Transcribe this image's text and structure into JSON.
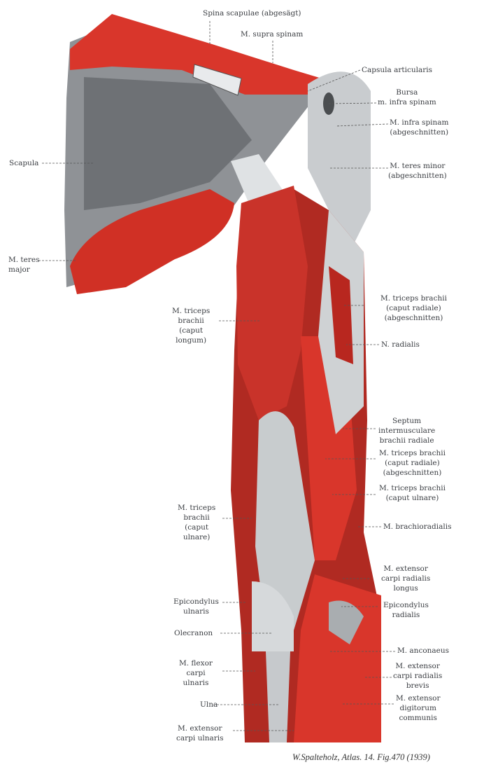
{
  "figure": {
    "labels": {
      "spina_scapulae": "Spina scapulae (abgesägt)",
      "supra_spinam": "M. supra spinam",
      "capsula": "Capsula articularis",
      "bursa": "Bursa\nm. infra spinam",
      "infra_spinam": "M. infra spinam\n(abgeschnitten)",
      "teres_minor": "M. teres minor\n(abgeschnitten)",
      "scapula": "Scapula",
      "teres_major": "M. teres\nmajor",
      "triceps_longum": "M. triceps\nbrachii\n(caput\nlongum)",
      "triceps_radiale_1": "M. triceps brachii\n(caput radiale)\n(abgeschnitten)",
      "n_radialis": "N. radialis",
      "septum": "Septum\nintermusculare\nbrachii radiale",
      "triceps_radiale_2": "M. triceps brachii\n(caput radiale)\n(abgeschnitten)",
      "triceps_ulnare_right": "M. triceps brachii\n(caput ulnare)",
      "triceps_ulnare_left": "M. triceps\nbrachii\n(caput\nulnare)",
      "brachioradialis": "M. brachioradialis",
      "ext_carpi_rad_longus": "M. extensor\ncarpi radialis\nlongus",
      "epicondylus_radialis": "Epicondylus\nradialis",
      "epicondylus_ulnaris": "Epicondylus\nulnaris",
      "olecranon": "Olecranon",
      "anconaeus": "M. anconaeus",
      "flexor_carpi_ulnaris": "M. flexor\ncarpi\nulnaris",
      "ext_carpi_rad_brevis": "M. extensor\ncarpi radialis\nbrevis",
      "ext_digitorum": "M. extensor\ndigitorum\ncommunis",
      "ulna": "Ulna",
      "ext_carpi_ulnaris": "M. extensor\ncarpi ulnaris"
    },
    "caption": "W.Spalteholz, Atlas. 14. Fig.470 (1939)",
    "colors": {
      "muscle": "#d9362b",
      "muscle_dark": "#a8241c",
      "bone": "#b9bcbf",
      "tendon": "#dfe2e4"
    }
  }
}
